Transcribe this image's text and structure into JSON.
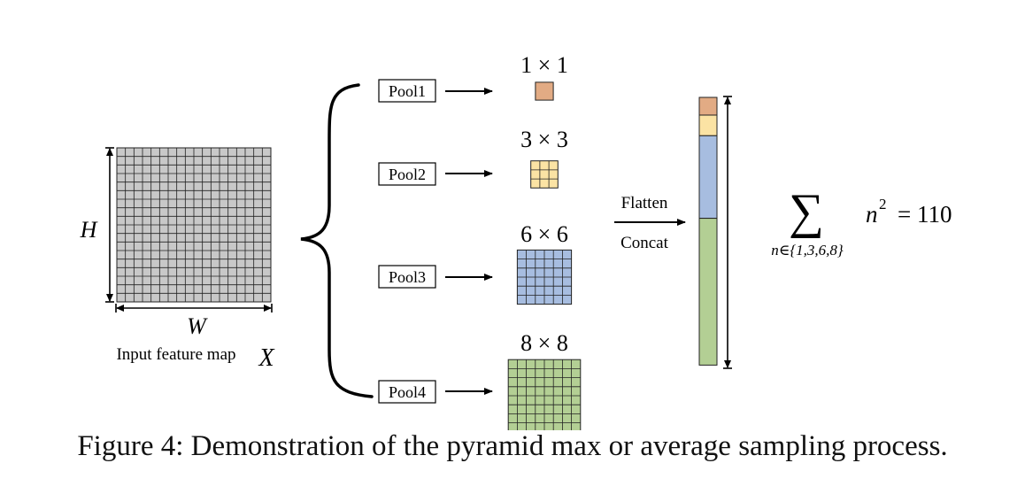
{
  "input": {
    "grid_size": 18,
    "fill": "#c8c8c8",
    "height_label": "H",
    "width_label": "W",
    "caption": "Input feature map",
    "symbol": "X"
  },
  "pools": [
    {
      "label": "Pool1",
      "size_label": "1 × 1",
      "n": 1,
      "color": "#e2ab84"
    },
    {
      "label": "Pool2",
      "size_label": "3 × 3",
      "n": 3,
      "color": "#fbe3a4"
    },
    {
      "label": "Pool3",
      "size_label": "6 × 6",
      "n": 6,
      "color": "#a7bde0"
    },
    {
      "label": "Pool4",
      "size_label": "8 × 8",
      "n": 8,
      "color": "#b3cf94"
    }
  ],
  "operation": {
    "top": "Flatten",
    "bottom": "Concat"
  },
  "formula": {
    "lhs": "n",
    "exponent": "2",
    "rhs": "= 110",
    "subscript": "n∈{1,3,6,8}"
  },
  "figure_caption": "Figure 4: Demonstration of the pyramid max or average sampling process."
}
